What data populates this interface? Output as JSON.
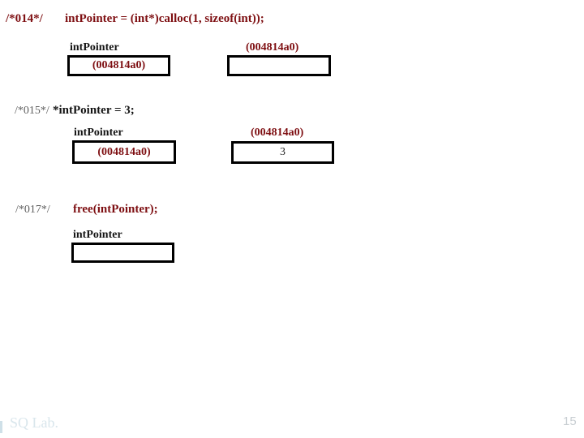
{
  "colors": {
    "code_red": "#7e0f12",
    "code_black": "#141414",
    "lineno_gray": "#5f5f5f",
    "box_border": "#000000",
    "footer_blue": "#d9e6ec",
    "page_gray": "#c8ced2"
  },
  "sections": [
    {
      "line_no": "/*014*/",
      "code": "intPointer = (int*)calloc(1, sizeof(int));",
      "pointer": {
        "label": "intPointer",
        "value": "(004814a0)"
      },
      "heap": {
        "label": "(004814a0)",
        "value": ""
      }
    },
    {
      "line_no": "/*015*/",
      "code": "*intPointer = 3;",
      "pointer": {
        "label": "intPointer",
        "value": "(004814a0)"
      },
      "heap": {
        "label": "(004814a0)",
        "value": "3"
      }
    },
    {
      "line_no": "/*017*/",
      "code": "free(intPointer);",
      "pointer": {
        "label": "intPointer",
        "value": ""
      }
    }
  ],
  "footer": {
    "lab": "SQ Lab.",
    "page": "15"
  }
}
